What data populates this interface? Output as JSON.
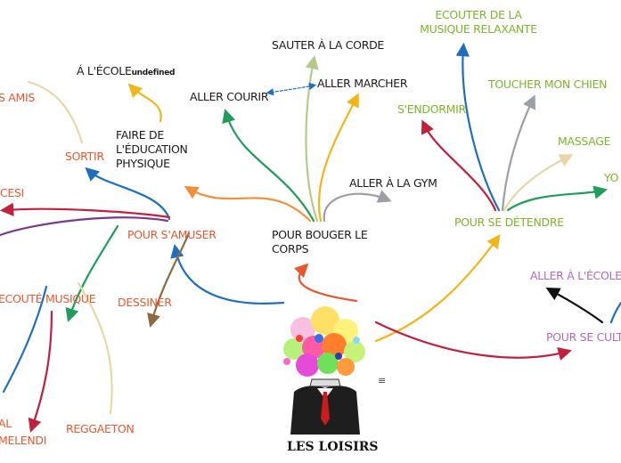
{
  "root": {
    "title": "LES LOISIRS",
    "menu_icon": "menu-icon"
  },
  "nodes": {
    "pour_bouger": "POUR BOUGER LE CORPS",
    "aller_courir": "ALLER COURIR",
    "sauter": "SAUTER À LA CORDE",
    "aller_marcher": "ALLER MARCHER",
    "aller_gym": "ALLER À LA GYM",
    "pour_amuser": "POUR S'AMUSER",
    "faire_edu": "FAIRE DE L'ÉDUCATION PHYSIQUE",
    "a_ecole": "Á L'ÉCOLE",
    "a_ecole_suffix": "undefined",
    "sortir": "SORTIR",
    "amis": "S AMIS",
    "cesi": "CESI",
    "ecoute_musique": "ECOUTÉ MUSIQUE",
    "dessiner": "DESSINER",
    "reggaeton": "REGGAETON",
    "al": "AL",
    "melendi": "MELENDI",
    "pour_detendre": "POUR SE DÉTENDRE",
    "ecouter_musique_relax": "ECOUTER DE LA MUSIQUE RELAXANTE",
    "toucher_chien": "TOUCHER MON CHIEN",
    "s_endormir": "S'ENDORMIR",
    "massage": "MASSAGE",
    "yo": "YO",
    "pour_cultiver": "POUR SE CULTI",
    "aller_ecole": "ALLER À L'ÉCOLE"
  },
  "colors": {
    "orange": "#e8582f",
    "green_text": "#7db52a",
    "purple": "#b068c8",
    "edge_green": "#1e9e5a",
    "edge_blue": "#1e6fc0",
    "edge_red": "#c0213f",
    "edge_yellow": "#f2b517",
    "edge_gray": "#9aa0a6",
    "edge_tan": "#e7d7a8",
    "edge_olive": "#b5c98a",
    "edge_brown": "#8a6a3e",
    "edge_purple": "#7a3a8a",
    "edge_black": "#111111"
  }
}
